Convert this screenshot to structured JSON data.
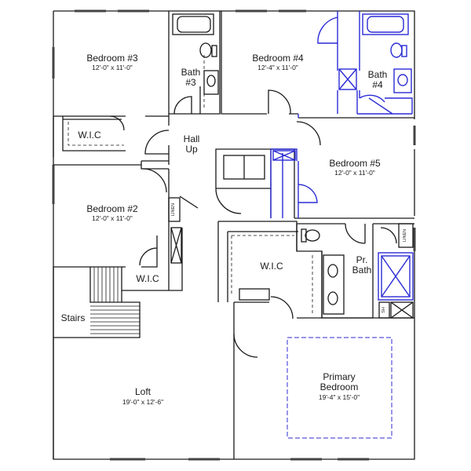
{
  "rooms": {
    "bedroom3": {
      "name": "Bedroom #3",
      "dims": "12'-0\" x 11'-0\""
    },
    "bedroom4": {
      "name": "Bedroom #4",
      "dims": "12'-4\" x 11'-0\""
    },
    "bedroom5": {
      "name": "Bedroom #5",
      "dims": "12'-0\" x 11'-0\""
    },
    "bedroom2": {
      "name": "Bedroom #2",
      "dims": "12'-0\" x 11'-0\""
    },
    "bath3": {
      "line1": "Bath",
      "line2": "#3"
    },
    "bath4": {
      "line1": "Bath",
      "line2": "#4"
    },
    "hall": {
      "line1": "Hall",
      "line2": "Up"
    },
    "wic_b3": {
      "name": "W.I.C"
    },
    "wic_b2": {
      "name": "W.I.C"
    },
    "wic_primary": {
      "name": "W.I.C"
    },
    "pr_bath": {
      "line1": "Pr.",
      "line2": "Bath"
    },
    "linen1": {
      "name": "LINEN"
    },
    "linen2": {
      "name": "LINEN"
    },
    "sh": {
      "name": "SH"
    },
    "stairs": {
      "name": "Stairs"
    },
    "loft": {
      "name": "Loft",
      "dims": "19'-0\" x 12'-6\""
    },
    "primary": {
      "line1": "Primary",
      "line2": "Bedroom",
      "dims": "19'-4\" x 15'-0\""
    }
  },
  "colors": {
    "wall": "#1a1a1a",
    "highlight": "#2b2bd6",
    "dashed": "#2b2bd6",
    "background": "#ffffff"
  }
}
